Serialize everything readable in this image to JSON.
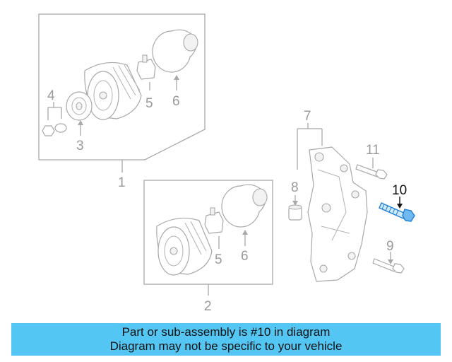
{
  "callouts": {
    "c1": "1",
    "c2": "2",
    "c3": "3",
    "c4": "4",
    "c5a": "5",
    "c5b": "5",
    "c6a": "6",
    "c6b": "6",
    "c7": "7",
    "c8": "8",
    "c9": "9",
    "c10": "10",
    "c11": "11"
  },
  "highlight_part": "10",
  "colors": {
    "banner": "#53c6f4",
    "line_art": "#a8a8a8",
    "highlight": "#1e7fd6"
  },
  "banner": {
    "line1": "Part or sub-assembly is #10 in diagram",
    "line2": "Diagram may not be specific to your vehicle"
  }
}
